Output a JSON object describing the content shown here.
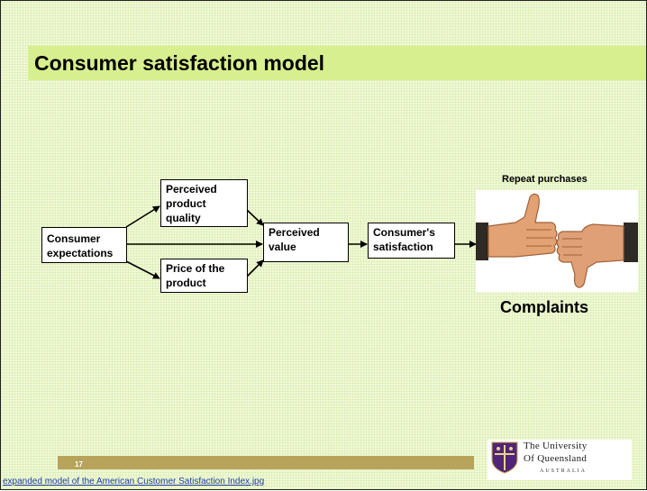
{
  "slide": {
    "title": "Consumer satisfaction model",
    "page_number": "17",
    "source_link": "expanded model of the American Customer Satisfaction Index.jpg"
  },
  "diagram": {
    "boxes": {
      "expectations": "Consumer\nexpectations",
      "quality": "Perceived\nproduct\nquality",
      "price": "Price of the\nproduct",
      "value": "Perceived\nvalue",
      "satisfaction": "Consumer's\nsatisfaction"
    },
    "outcomes": {
      "repeat": "Repeat purchases",
      "complaints": "Complaints"
    },
    "image_description_icons": [
      "thumbs-up-icon",
      "thumbs-down-icon"
    ]
  },
  "logo": {
    "line1": "The University",
    "line2": "Of Queensland",
    "line3": "AUSTRALIA"
  },
  "colors": {
    "background": "#f1fad9",
    "title_bar": "#d7ef8e",
    "footer_bar": "#b8a35a",
    "link": "#1f3da8",
    "uq_purple": "#51247a"
  }
}
